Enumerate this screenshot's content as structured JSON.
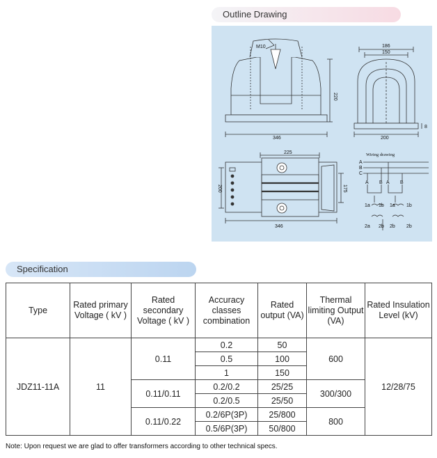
{
  "outline_title": "Outline Drawing",
  "spec_title": "Specification",
  "drawing": {
    "front": {
      "bolt_label": "M10",
      "height_label": "220",
      "width_label": "346"
    },
    "side": {
      "top_outer_label": "186",
      "top_inner_label": "150",
      "base_label": "200",
      "foot_label": "8"
    },
    "top": {
      "span_label": "225",
      "depth_outer_label": "200",
      "depth_inner_label": "175",
      "width_label": "346"
    },
    "wiring": {
      "title": "Wiring drawing",
      "phases": [
        "A",
        "B",
        "C"
      ],
      "primary_labels": [
        "A",
        "B",
        "A",
        "B"
      ],
      "secondary_1": [
        "1a",
        "1b",
        "1a",
        "1b"
      ],
      "secondary_2": [
        "2a",
        "2b",
        "2b",
        "2b"
      ]
    }
  },
  "table": {
    "headers": {
      "type": "Type",
      "primary": "Rated primary Voltage ( kV )",
      "secondary": "Rated secondary Voltage ( kV )",
      "accuracy": "Accuracy classes combination",
      "output": "Rated output (VA)",
      "thermal": "Thermal limiting Output (VA)",
      "insulation": "Rated Insulation Level (kV)"
    },
    "type": "JDZ11-11A",
    "primary_voltage": "11",
    "insulation_level": "12/28/75",
    "groups": [
      {
        "secondary": "0.11",
        "thermal": "600",
        "rows": [
          {
            "accuracy": "0.2",
            "output": "50"
          },
          {
            "accuracy": "0.5",
            "output": "100"
          },
          {
            "accuracy": "1",
            "output": "150"
          }
        ]
      },
      {
        "secondary": "0.11/0.11",
        "thermal": "300/300",
        "rows": [
          {
            "accuracy": "0.2/0.2",
            "output": "25/25"
          },
          {
            "accuracy": "0.2/0.5",
            "output": "25/50"
          }
        ]
      },
      {
        "secondary": "0.11/0.22",
        "thermal": "800",
        "rows": [
          {
            "accuracy": "0.2/6P(3P)",
            "output": "25/800"
          },
          {
            "accuracy": "0.5/6P(3P)",
            "output": "50/800"
          }
        ]
      }
    ]
  },
  "note": "Note: Upon request we are glad to offer transformers according to other technical specs."
}
